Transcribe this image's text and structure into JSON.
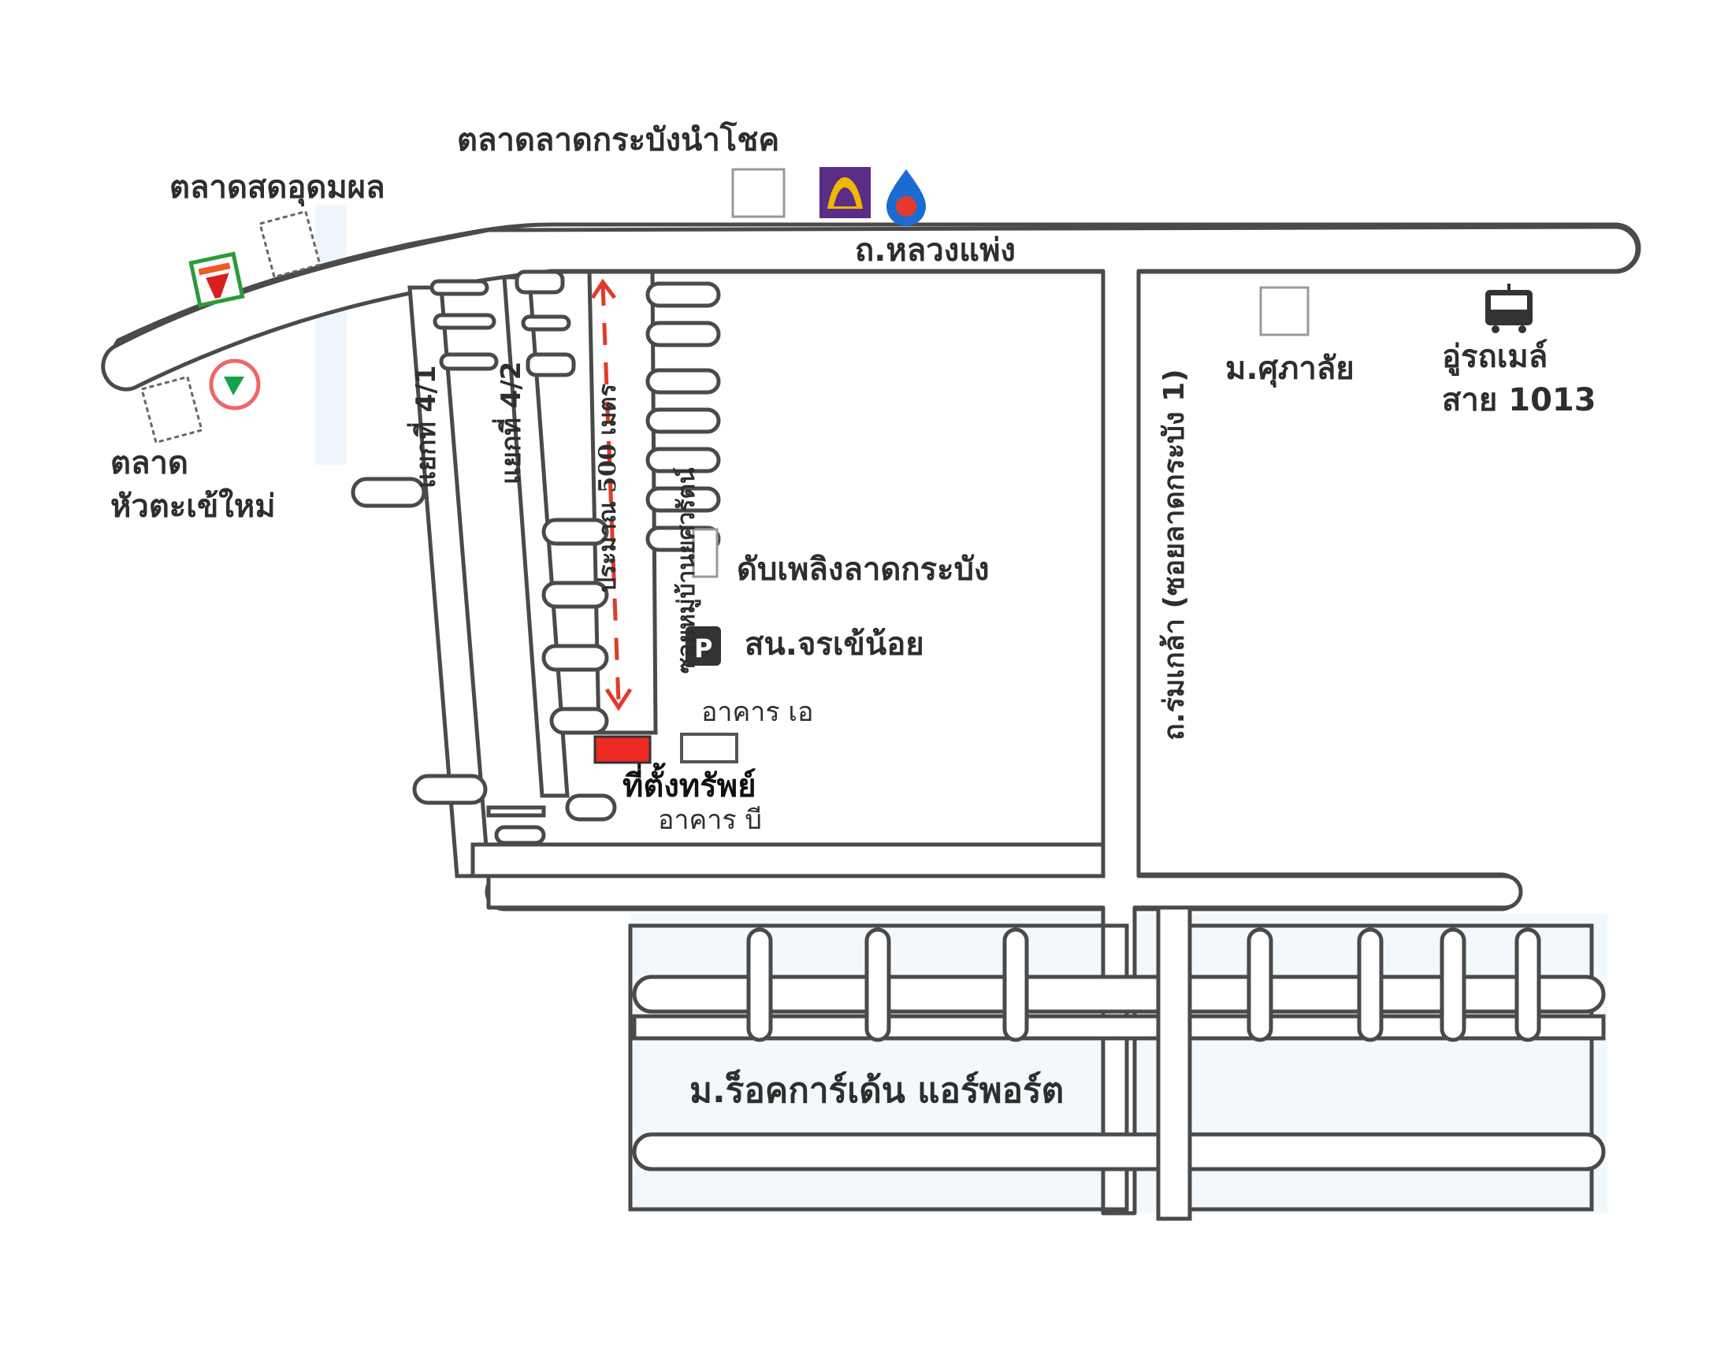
{
  "labels": {
    "market_top": "ตลาดลาดกระบังนำโชค",
    "market_left_top": "ตลาดสดอุดมผล",
    "market_left_bottom_1": "ตลาด",
    "market_left_bottom_2": "หัวตะเข้ใหม่",
    "main_road": "ถ.หลวงแพ่ง",
    "soi_1": "แยกที่ 4/1",
    "soi_2": "แยกที่ 4/2",
    "distance": "ประมาณ 500 เมตร",
    "village_soi": "ซอยหมู่บ้านยศวรัตน์",
    "fire_station": "ดับเพลิงลาดกระบัง",
    "police": "สน.จรเข้น้อย",
    "building_a": "อาคาร เอ",
    "building_b": "อาคาร บี",
    "property": "ที่ตั้งทรัพย์",
    "side_road": "ถ.ร่มเกล้า (ซอยลาดกระบัง 1)",
    "university": "ม.ศุภาลัย",
    "bus_depot_1": "อู่รถเมล์",
    "bus_depot_2": "สาย 1013",
    "village_bottom": "ม.ร็อคการ์เด้น แอร์พอร์ต"
  },
  "icons": {
    "seven_eleven": "seven-eleven-icon",
    "bank_scb": "scb-bank-icon",
    "ptt_station": "ptt-station-icon",
    "kbank": "kasikorn-bank-icon",
    "bus": "bus-icon",
    "police_marker": "police-icon"
  },
  "colors": {
    "property_marker": "#ee2a24",
    "distance_arrow": "#e23a2a",
    "road_stroke": "#4a4a4a",
    "scb_purple": "#5a2d86",
    "ptt_blue": "#1c6bd1",
    "kbank_green": "#17a34a",
    "seven_green": "#2a9c3a",
    "seven_orange": "#f05a24",
    "seven_red": "#d6201f"
  }
}
